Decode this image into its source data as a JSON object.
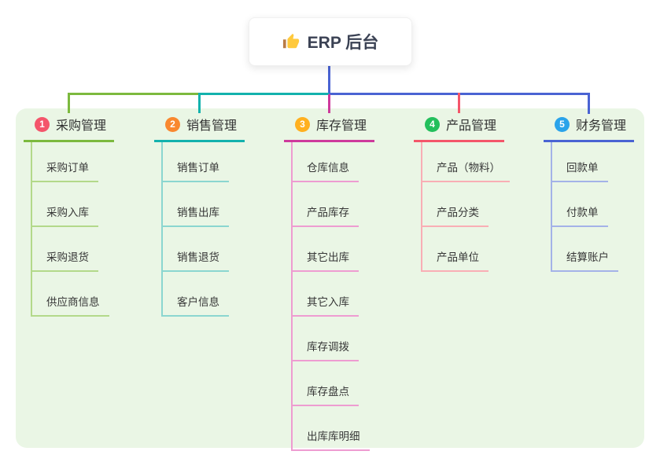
{
  "root": {
    "label": "ERP 后台",
    "icon": "thumbs-up-icon"
  },
  "connector_color": "#4a63d3",
  "panel_bg": "#eaf6e5",
  "canvas_bg": "#ffffff",
  "branches": [
    {
      "index": "1",
      "label": "采购管理",
      "color": "#f4556b",
      "line_color": "#7cb93e",
      "light_color": "#b3d98a",
      "children": [
        "采购订单",
        "采购入库",
        "采购退货",
        "供应商信息"
      ]
    },
    {
      "index": "2",
      "label": "销售管理",
      "color": "#f9882f",
      "line_color": "#13b2ad",
      "light_color": "#8bd6d0",
      "children": [
        "销售订单",
        "销售出库",
        "销售退货",
        "客户信息"
      ]
    },
    {
      "index": "3",
      "label": "库存管理",
      "color": "#ffb01f",
      "line_color": "#ce3a9c",
      "light_color": "#ee9cd1",
      "children": [
        "仓库信息",
        "产品库存",
        "其它出库",
        "其它入库",
        "库存调拨",
        "库存盘点",
        "出库库明细"
      ]
    },
    {
      "index": "4",
      "label": "产品管理",
      "color": "#23bf5c",
      "line_color": "#f4566a",
      "light_color": "#f9aeb5",
      "children": [
        "产品（物料）",
        "产品分类",
        "产品单位"
      ]
    },
    {
      "index": "5",
      "label": "财务管理",
      "color": "#2aa3ea",
      "line_color": "#4a63d3",
      "light_color": "#a4b2e8",
      "children": [
        "回款单",
        "付款单",
        "结算账户"
      ]
    }
  ]
}
